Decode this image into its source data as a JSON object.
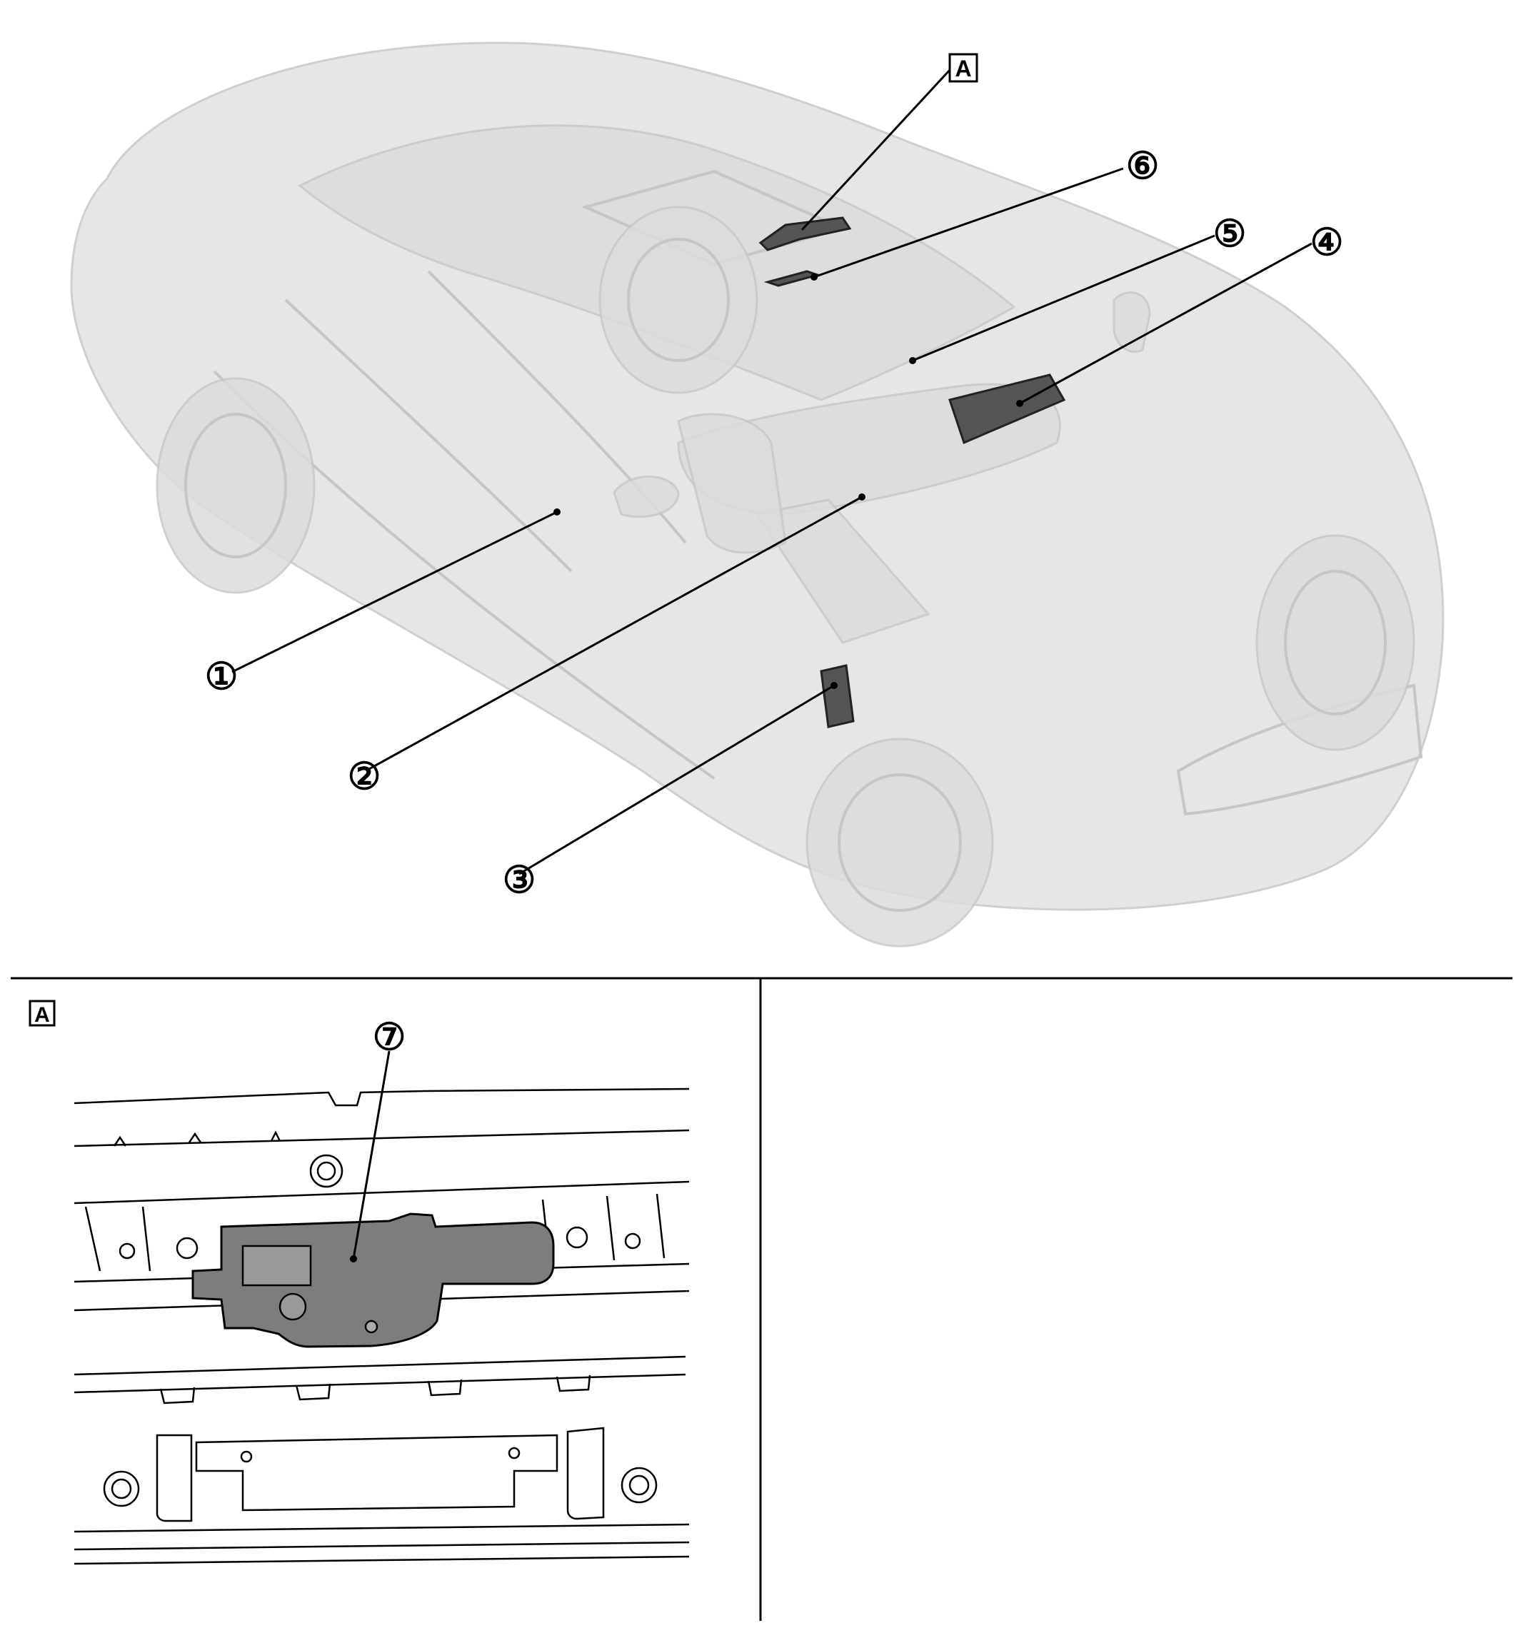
{
  "callouts": {
    "c1": "①",
    "c2": "②",
    "c3": "③",
    "c4": "④",
    "c5": "⑤",
    "c6": "⑥",
    "c7": "⑦"
  },
  "view_labels": {
    "top": "A",
    "detail": "A"
  },
  "colors": {
    "ghost_body": "#e6e6e6",
    "component_dark": "#555555",
    "line": "#000000"
  }
}
